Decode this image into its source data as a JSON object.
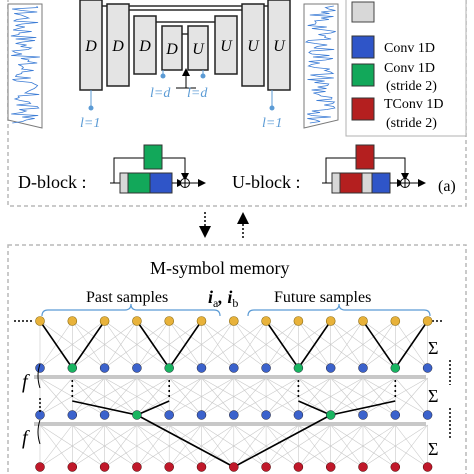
{
  "top_panel": {
    "enc_labels": [
      "D",
      "D",
      "D",
      "D"
    ],
    "dec_labels": [
      "U",
      "U",
      "U",
      "U"
    ],
    "level_labels": [
      "l=1",
      "l=d",
      "l=d",
      "l=1"
    ],
    "legend": [
      {
        "label": "Conv 1D",
        "color": "#2f55c8"
      },
      {
        "label": "Conv 1D",
        "sub": "(stride 2)",
        "color": "#12a85a"
      },
      {
        "label": "TConv 1D",
        "sub": "(stride 2)",
        "color": "#b41f1f"
      }
    ],
    "d_block_label": "D-block :",
    "u_block_label": "U-block :",
    "panel_tag": "(a)"
  },
  "bottom_panel": {
    "title": "M-symbol memory",
    "past_label": "Past samples",
    "future_label": "Future samples",
    "index_label": "i_a, i_b",
    "sigma": "Σ",
    "f_label": "f",
    "colors": {
      "gold": "#e8b23a",
      "green": "#18b460",
      "blue": "#3b62cc",
      "red": "#c0182a"
    }
  }
}
